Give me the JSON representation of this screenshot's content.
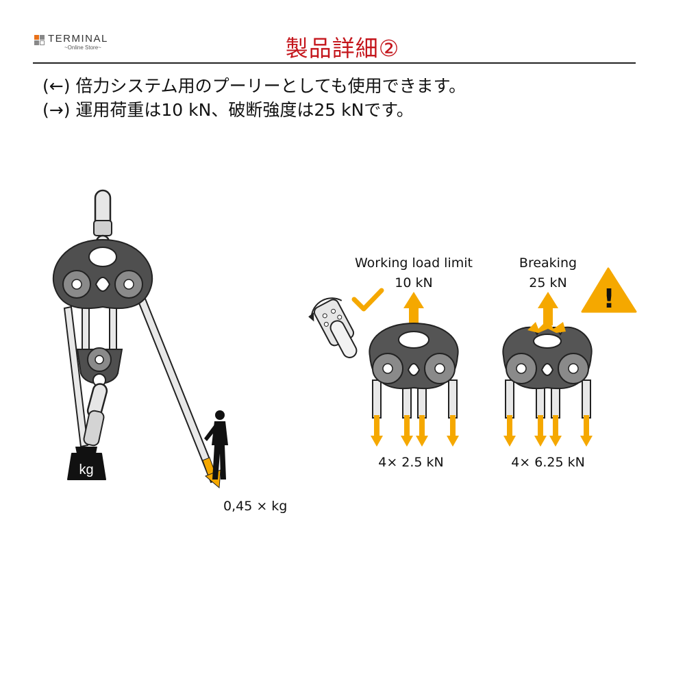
{
  "header": {
    "logo_word": "TERMINAL",
    "logo_sub": "~Online Store~",
    "title": "製品詳細②"
  },
  "intro": {
    "line1": "(←) 倍力システム用のプーリーとしても使用できます。",
    "line2": "(→) 運用荷重は10 kN、破断強度は25 kNです。"
  },
  "left_figure": {
    "weight_label": "kg",
    "pull_label": "0,45 × kg"
  },
  "working": {
    "title": "Working load limit",
    "value": "10 kN",
    "per_strand": "4× 2.5 kN"
  },
  "breaking": {
    "title": "Breaking",
    "value": "25 kN",
    "per_strand": "4× 6.25 kN"
  },
  "warning_symbol": "!",
  "colors": {
    "title_red": "#c4161c",
    "arrow_yellow": "#f5a800",
    "pulley_gray": "#555555",
    "logo_orange": "#e8711a"
  },
  "icons": [
    "check-icon",
    "warning-icon",
    "bearing-icon",
    "person-icon",
    "weight-icon"
  ]
}
